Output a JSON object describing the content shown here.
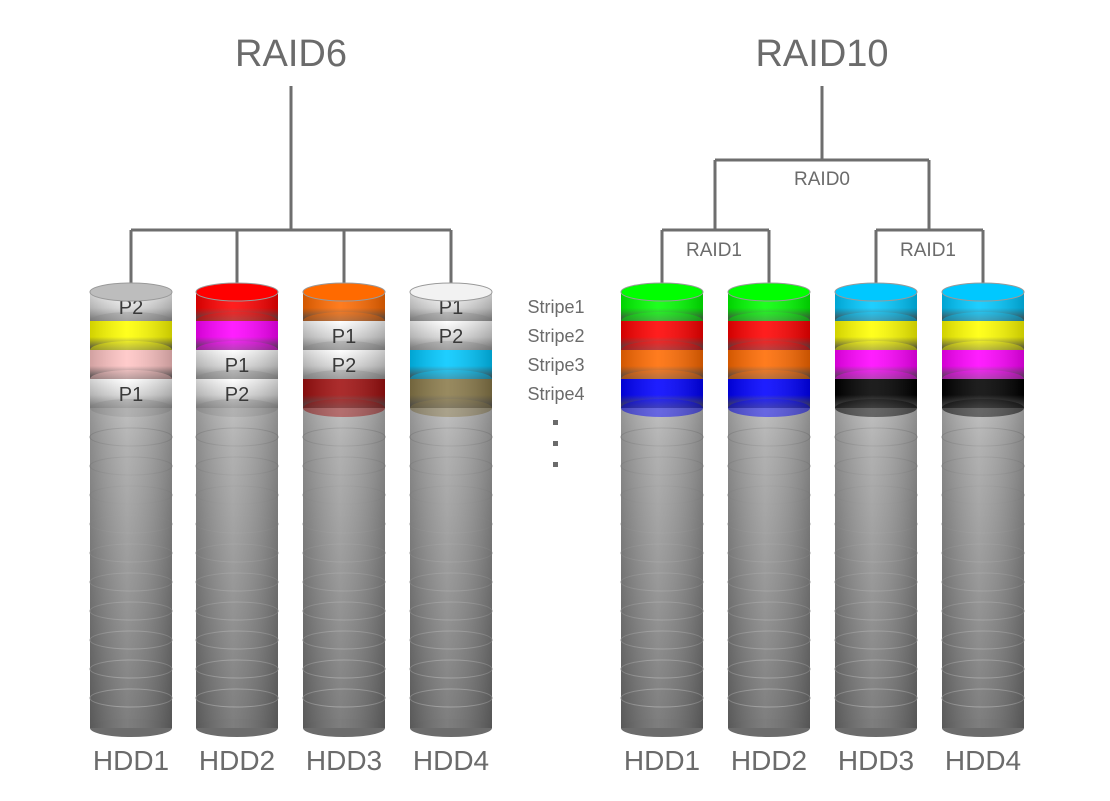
{
  "colors": {
    "red": "#ff0000",
    "orange": "#ff6a00",
    "yellow": "#ffff00",
    "magenta": "#ff00ff",
    "pink": "#ffc4c4",
    "cyan": "#00c8ff",
    "green": "#00ff00",
    "blue": "#0000ff",
    "black": "#000000",
    "olive": "#8a7a4a",
    "darkred": "#a01010",
    "parity": "#ffffff",
    "disk_body": "#808080",
    "disk_light": "#d8d8d8",
    "line": "#6e6e6e"
  },
  "stripe_labels": [
    "Stripe1",
    "Stripe2",
    "Stripe3",
    "Stripe4"
  ],
  "ellipsis": "⋮",
  "raid6": {
    "title": "RAID6",
    "disks": [
      {
        "label": "HDD1",
        "top": "gray",
        "blocks": [
          {
            "kind": "parity",
            "text": "P2"
          },
          {
            "kind": "data",
            "color": "yellow"
          },
          {
            "kind": "data",
            "color": "pink"
          },
          {
            "kind": "parity",
            "text": "P1"
          }
        ]
      },
      {
        "label": "HDD2",
        "top": "red",
        "blocks": [
          {
            "kind": "data",
            "color": "red"
          },
          {
            "kind": "data",
            "color": "magenta"
          },
          {
            "kind": "parity",
            "text": "P1"
          },
          {
            "kind": "parity",
            "text": "P2"
          }
        ]
      },
      {
        "label": "HDD3",
        "top": "orange",
        "blocks": [
          {
            "kind": "data",
            "color": "orange"
          },
          {
            "kind": "parity",
            "text": "P1"
          },
          {
            "kind": "parity",
            "text": "P2"
          },
          {
            "kind": "data",
            "color": "darkred"
          }
        ]
      },
      {
        "label": "HDD4",
        "top": "white",
        "blocks": [
          {
            "kind": "parity",
            "text": "P1"
          },
          {
            "kind": "parity",
            "text": "P2"
          },
          {
            "kind": "data",
            "color": "cyan"
          },
          {
            "kind": "data",
            "color": "olive"
          }
        ]
      }
    ]
  },
  "raid10": {
    "title": "RAID10",
    "raid0_label": "RAID0",
    "raid1_labels": [
      "RAID1",
      "RAID1"
    ],
    "disks": [
      {
        "label": "HDD1",
        "top": "green",
        "blocks": [
          {
            "kind": "data",
            "color": "green"
          },
          {
            "kind": "data",
            "color": "red"
          },
          {
            "kind": "data",
            "color": "orange"
          },
          {
            "kind": "data",
            "color": "blue"
          }
        ]
      },
      {
        "label": "HDD2",
        "top": "green",
        "blocks": [
          {
            "kind": "data",
            "color": "green"
          },
          {
            "kind": "data",
            "color": "red"
          },
          {
            "kind": "data",
            "color": "orange"
          },
          {
            "kind": "data",
            "color": "blue"
          }
        ]
      },
      {
        "label": "HDD3",
        "top": "cyan",
        "blocks": [
          {
            "kind": "data",
            "color": "cyan"
          },
          {
            "kind": "data",
            "color": "yellow"
          },
          {
            "kind": "data",
            "color": "magenta"
          },
          {
            "kind": "data",
            "color": "black"
          }
        ]
      },
      {
        "label": "HDD4",
        "top": "cyan",
        "blocks": [
          {
            "kind": "data",
            "color": "cyan"
          },
          {
            "kind": "data",
            "color": "yellow"
          },
          {
            "kind": "data",
            "color": "magenta"
          },
          {
            "kind": "data",
            "color": "black"
          }
        ]
      }
    ]
  }
}
